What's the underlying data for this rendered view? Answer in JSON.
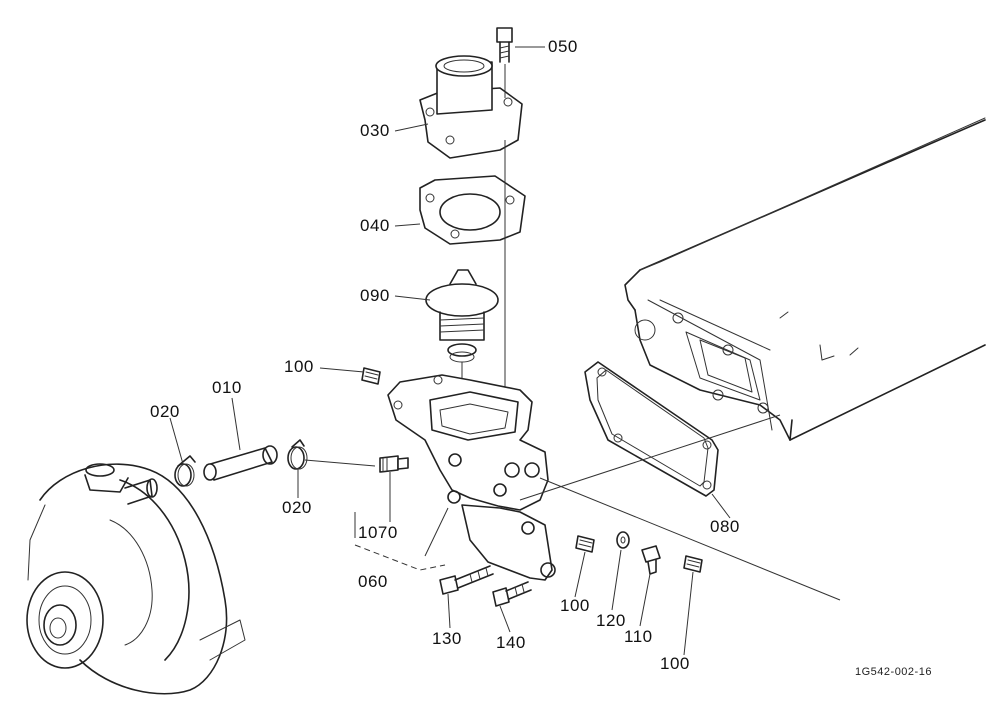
{
  "diagram": {
    "labels": {
      "p050": "050",
      "p030": "030",
      "p040": "040",
      "p090": "090",
      "p100a": "100",
      "p010": "010",
      "p020a": "020",
      "p020b": "020",
      "p1070": "1070",
      "p060": "060",
      "p080": "080",
      "p100b": "100",
      "p120": "120",
      "p110": "110",
      "p100c": "100",
      "p130": "130",
      "p140": "140"
    },
    "drawing_code": "1G542-002-16"
  }
}
